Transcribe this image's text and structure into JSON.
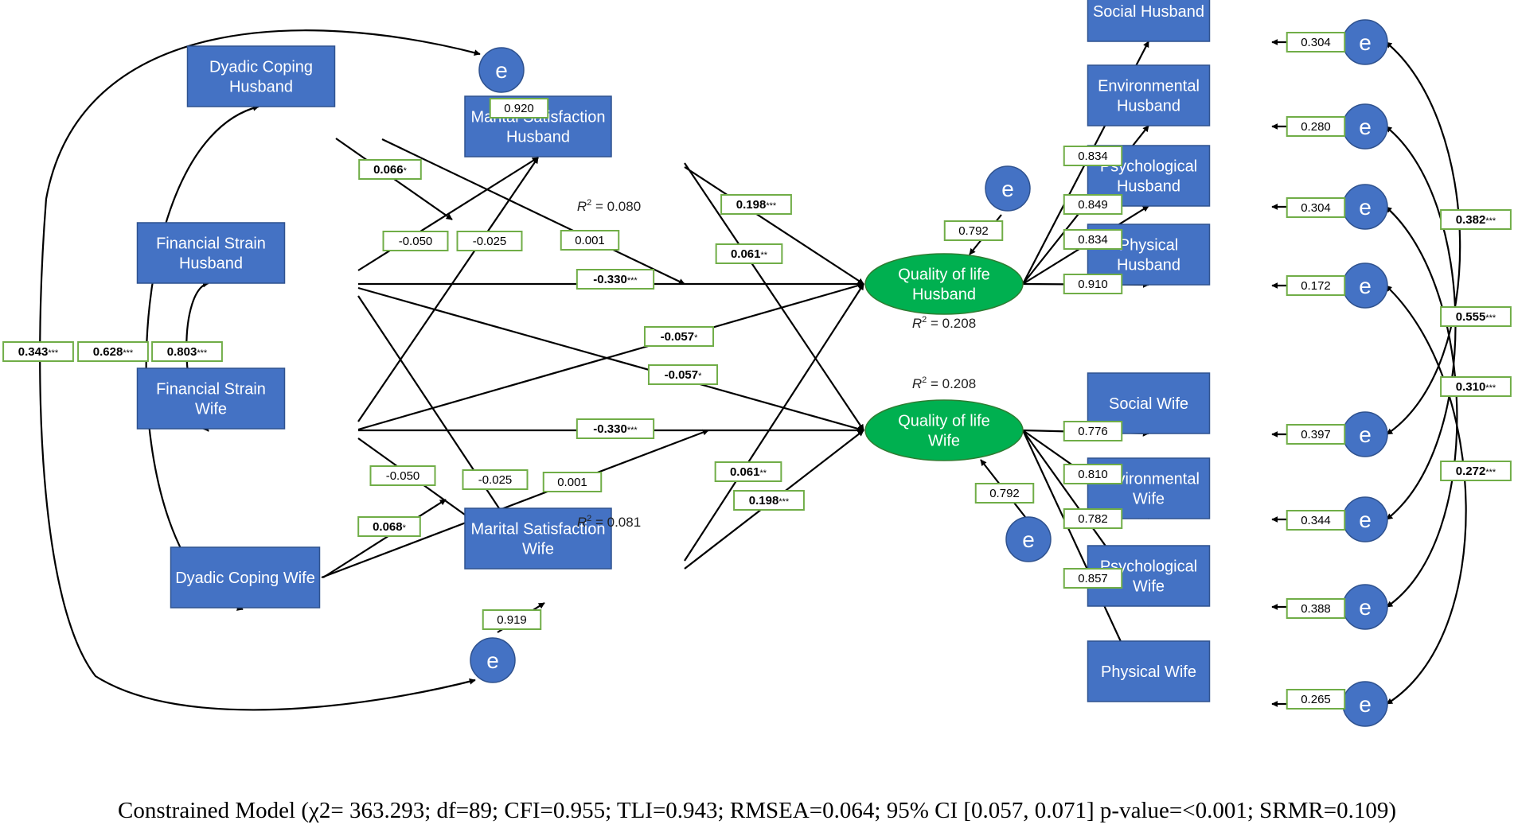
{
  "caption": "Constrained Model (χ2= 363.293; df=89; CFI=0.955; TLI=0.943; RMSEA=0.064; 95% CI [0.057, 0.071] p-value=<0.001; SRMR=0.109)",
  "colors": {
    "box": "#4472c4",
    "ellipse": "#00b050",
    "label_border": "#70ad47",
    "line": "#000000"
  },
  "nodes": {
    "dch": [
      "Dyadic Coping",
      "Husband"
    ],
    "dcw": [
      "Dyadic Coping Wife"
    ],
    "fsh": [
      "Financial Strain",
      "Husband"
    ],
    "fsw": [
      "Financial Strain",
      "Wife"
    ],
    "msh": [
      "Marital Satisfaction",
      "Husband"
    ],
    "msw": [
      "Marital Satisfaction",
      "Wife"
    ],
    "qolh": [
      "Quality of life",
      "Husband"
    ],
    "qolw": [
      "Quality of life",
      "Wife"
    ],
    "sh": [
      "Social Husband"
    ],
    "eh": [
      "Environmental",
      "Husband"
    ],
    "ph": [
      "Psychological",
      "Husband"
    ],
    "phh": [
      "Physical",
      "Husband"
    ],
    "sw": [
      "Social Wife"
    ],
    "ew": [
      "Environmental",
      "Wife"
    ],
    "pw": [
      "Psychological",
      "Wife"
    ],
    "phw": [
      "Physical Wife"
    ]
  },
  "error_symbol": "e",
  "r_squared": {
    "msh": "= 0.080",
    "msw": "= 0.081",
    "qolh": "= 0.208",
    "qolw": "= 0.208"
  },
  "labels": {
    "cov_a": {
      "value": "0.343",
      "sig": "***",
      "bold": true
    },
    "cov_b": {
      "value": "0.628",
      "sig": "***",
      "bold": true
    },
    "cov_c": {
      "value": "0.803",
      "sig": "***",
      "bold": true
    },
    "e_msh": {
      "value": "0.920",
      "sig": "",
      "bold": false
    },
    "e_msw": {
      "value": "0.919",
      "sig": "",
      "bold": false
    },
    "dch_msh": {
      "value": "0.066",
      "sig": "*",
      "bold": true
    },
    "dch_qolh": {
      "value": "0.001",
      "sig": "",
      "bold": false
    },
    "fsw_msh": {
      "value": "-0.050",
      "sig": "",
      "bold": false
    },
    "dcw_msh": {
      "value": "-0.025",
      "sig": "",
      "bold": false
    },
    "fsh_qolh": {
      "value": "-0.330",
      "sig": "***",
      "bold": true
    },
    "fsw_qolh": {
      "value": "-0.057",
      "sig": "*",
      "bold": true
    },
    "fsh_qolw": {
      "value": "-0.057",
      "sig": "*",
      "bold": true
    },
    "fsw_qolw": {
      "value": "-0.330",
      "sig": "***",
      "bold": true
    },
    "fsw_msw": {
      "value": "-0.050",
      "sig": "",
      "bold": false
    },
    "fsh_msw": {
      "value": "-0.025",
      "sig": "",
      "bold": false
    },
    "dcw_qolw": {
      "value": "0.001",
      "sig": "",
      "bold": false
    },
    "dcw_msw": {
      "value": "0.068",
      "sig": "*",
      "bold": true
    },
    "msh_qolh": {
      "value": "0.198",
      "sig": "***",
      "bold": true
    },
    "msh_qolw": {
      "value": "0.061",
      "sig": "**",
      "bold": true
    },
    "msw_qolh": {
      "value": "0.061",
      "sig": "**",
      "bold": true
    },
    "msw_qolw": {
      "value": "0.198",
      "sig": "***",
      "bold": true
    },
    "e_qolh": {
      "value": "0.792",
      "sig": "",
      "bold": false
    },
    "e_qolw": {
      "value": "0.792",
      "sig": "",
      "bold": false
    },
    "qolh_sh": {
      "value": "0.834",
      "sig": "",
      "bold": false
    },
    "qolh_eh": {
      "value": "0.849",
      "sig": "",
      "bold": false
    },
    "qolh_ph": {
      "value": "0.834",
      "sig": "",
      "bold": false
    },
    "qolh_phh": {
      "value": "0.910",
      "sig": "",
      "bold": false
    },
    "qolw_sw": {
      "value": "0.776",
      "sig": "",
      "bold": false
    },
    "qolw_ew": {
      "value": "0.810",
      "sig": "",
      "bold": false
    },
    "qolw_pw": {
      "value": "0.782",
      "sig": "",
      "bold": false
    },
    "qolw_phw": {
      "value": "0.857",
      "sig": "",
      "bold": false
    },
    "e_sh": {
      "value": "0.304",
      "sig": "",
      "bold": false
    },
    "e_eh": {
      "value": "0.280",
      "sig": "",
      "bold": false
    },
    "e_ph": {
      "value": "0.304",
      "sig": "",
      "bold": false
    },
    "e_phh": {
      "value": "0.172",
      "sig": "",
      "bold": false
    },
    "e_sw": {
      "value": "0.397",
      "sig": "",
      "bold": false
    },
    "e_ew": {
      "value": "0.344",
      "sig": "",
      "bold": false
    },
    "e_pw": {
      "value": "0.388",
      "sig": "",
      "bold": false
    },
    "e_phw": {
      "value": "0.265",
      "sig": "",
      "bold": false
    },
    "rcov_a": {
      "value": "0.382",
      "sig": "***",
      "bold": true
    },
    "rcov_b": {
      "value": "0.555",
      "sig": "***",
      "bold": true
    },
    "rcov_c": {
      "value": "0.310",
      "sig": "***",
      "bold": true
    },
    "rcov_d": {
      "value": "0.272",
      "sig": "***",
      "bold": true
    }
  }
}
